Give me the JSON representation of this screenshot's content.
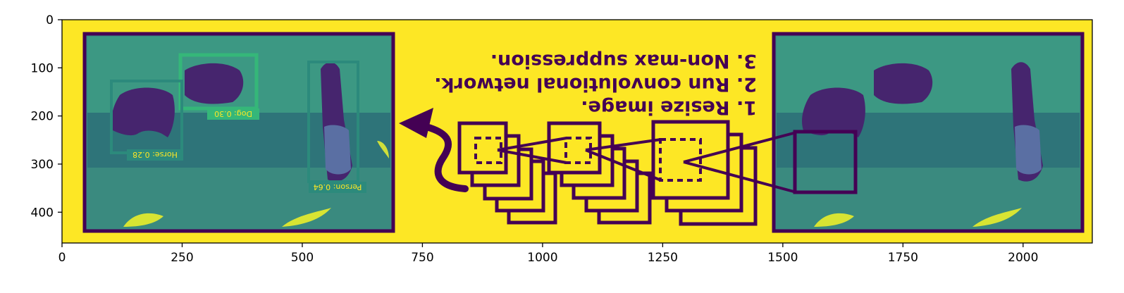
{
  "figure": {
    "steps": [
      "1. Resize image.",
      "2. Run convolutional network.",
      "3. Non-max suppression."
    ],
    "detections": [
      {
        "label": "Dog: 0.30"
      },
      {
        "label": "Horse: 0.28"
      },
      {
        "label": "Person: 0.64"
      }
    ]
  },
  "axes": {
    "xticks": [
      "0",
      "250",
      "500",
      "750",
      "1000",
      "1250",
      "1500",
      "1750",
      "2000"
    ],
    "yticks": [
      "0",
      "100",
      "200",
      "300",
      "400"
    ],
    "xlim": [
      0,
      2144
    ],
    "ylim": [
      464,
      0
    ]
  },
  "colors": {
    "background": "#fde725",
    "dark": "#440154",
    "photo_dark": "#2c6e72",
    "photo_mid": "#3b8d83",
    "photo_light": "#6abf7a",
    "box_green": "#35b779"
  }
}
